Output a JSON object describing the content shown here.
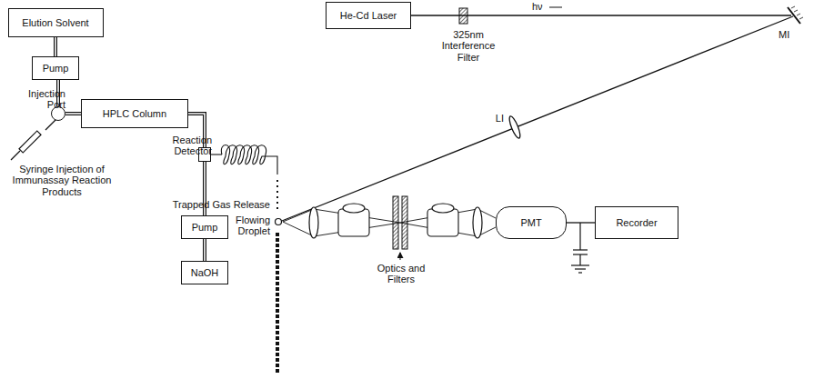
{
  "diagram": {
    "nodes": [
      {
        "text": [
          "Elution Solvent"
        ]
      },
      {
        "text": [
          "Pump"
        ]
      },
      {
        "text": [
          "Injection Port"
        ]
      },
      {
        "text": [
          "HPLC Column"
        ]
      },
      {
        "text": [
          "He-Cd Laser"
        ]
      },
      {
        "text": [
          "Reaction Detector"
        ]
      },
      {
        "text": [
          "Pump"
        ]
      },
      {
        "text": [
          "NaOH"
        ]
      },
      {
        "text": [
          "PMT"
        ]
      },
      {
        "text": [
          "Recorder"
        ]
      }
    ],
    "edges": [
      {
        "from": 0,
        "to": 1,
        "arrow": "none"
      },
      {
        "from": 1,
        "to": 2,
        "arrow": "none"
      },
      {
        "from": 2,
        "to": 3,
        "arrow": "none"
      },
      {
        "from": 3,
        "to": 5,
        "arrow": "none"
      },
      {
        "from": 5,
        "to": 6,
        "arrow": "none"
      },
      {
        "from": 6,
        "to": 7,
        "arrow": "none"
      },
      {
        "from": 8,
        "to": 9,
        "arrow": "none"
      }
    ],
    "labels": [
      "hν",
      "325nm Interference Filter",
      "MI",
      "LI",
      "Syringe Injection of Immunassay Reaction Products",
      "Trapped Gas Release",
      "Flowing Droplet",
      "Optics and Filters"
    ]
  }
}
